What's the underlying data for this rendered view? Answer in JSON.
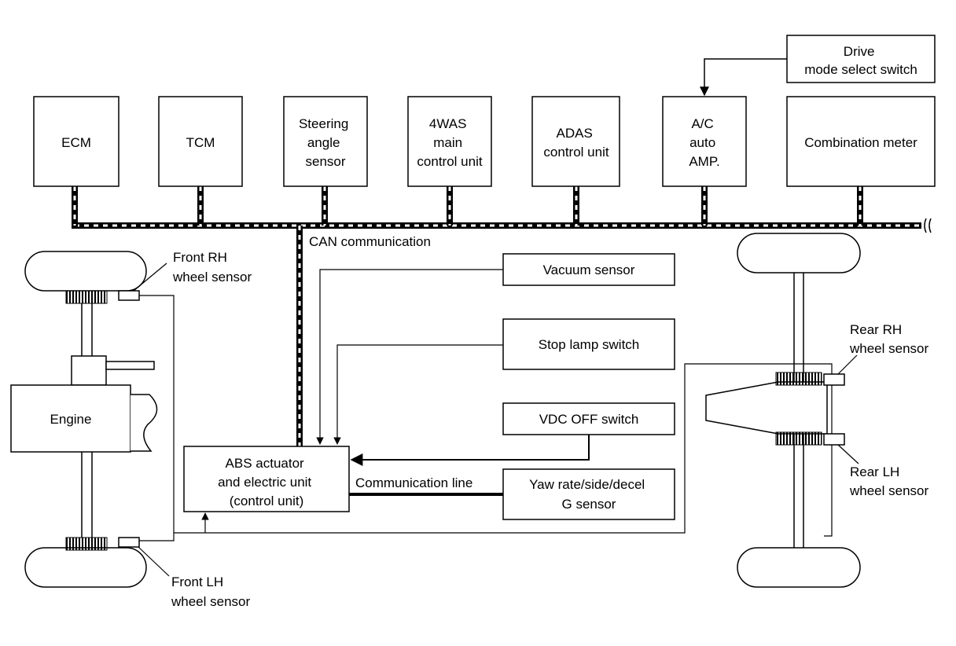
{
  "modules": {
    "ecm": [
      "ECM"
    ],
    "tcm": [
      "TCM"
    ],
    "steering": [
      "Steering",
      "angle",
      "sensor"
    ],
    "fourwas": [
      "4WAS",
      "main",
      "control unit"
    ],
    "adas": [
      "ADAS",
      "control unit"
    ],
    "ac": [
      "A/C",
      "auto",
      "AMP."
    ],
    "combination": [
      "Combination meter"
    ],
    "drive_mode": [
      "Drive",
      "mode select switch"
    ]
  },
  "bus_label": "CAN communication",
  "inputs": {
    "vacuum": [
      "Vacuum sensor"
    ],
    "stop_lamp": [
      "Stop lamp switch"
    ],
    "vdc_off": [
      "VDC OFF switch"
    ],
    "yaw": [
      "Yaw rate/side/decel",
      "G sensor"
    ]
  },
  "abs": [
    "ABS actuator",
    "and electric unit",
    "(control unit)"
  ],
  "comm_line_label": "Communication line",
  "engine": [
    "Engine"
  ],
  "sensors": {
    "front_rh": [
      "Front RH",
      "wheel sensor"
    ],
    "front_lh": [
      "Front LH",
      "wheel sensor"
    ],
    "rear_rh": [
      "Rear RH",
      "wheel sensor"
    ],
    "rear_lh": [
      "Rear LH",
      "wheel sensor"
    ]
  }
}
